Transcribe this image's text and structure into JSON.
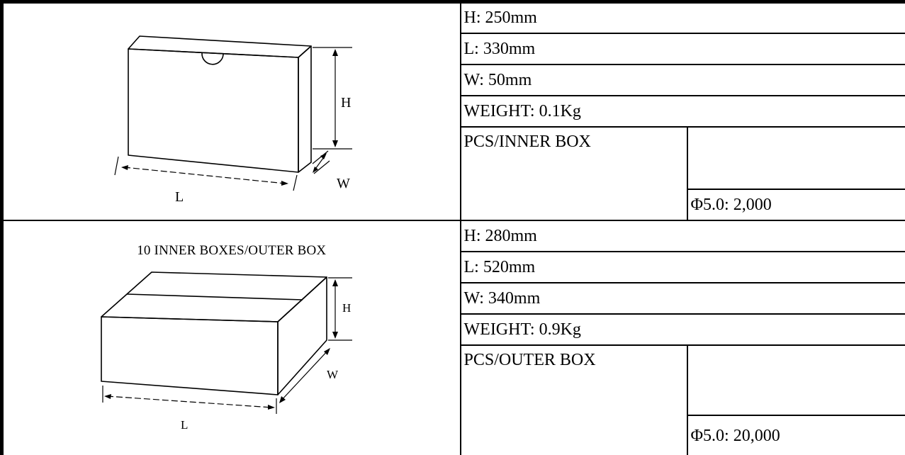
{
  "inner_box": {
    "diagram": {
      "label_h": "H",
      "label_l": "L",
      "label_w": "W"
    },
    "specs": {
      "height": "H: 250mm",
      "length": "L: 330mm",
      "width": "W: 50mm",
      "weight": "WEIGHT: 0.1Kg",
      "pcs_label": "PCS/INNER BOX",
      "pcs_value_top": "",
      "pcs_value": "Φ5.0: 2,000"
    }
  },
  "outer_box": {
    "diagram": {
      "caption": "10 INNER BOXES/OUTER BOX",
      "label_h": "H",
      "label_l": "L",
      "label_w": "W"
    },
    "specs": {
      "height": "H: 280mm",
      "length": "L: 520mm",
      "width": "W: 340mm",
      "weight": "WEIGHT: 0.9Kg",
      "pcs_label": "PCS/OUTER BOX",
      "pcs_value_top": "",
      "pcs_value": "Φ5.0: 20,000"
    }
  }
}
